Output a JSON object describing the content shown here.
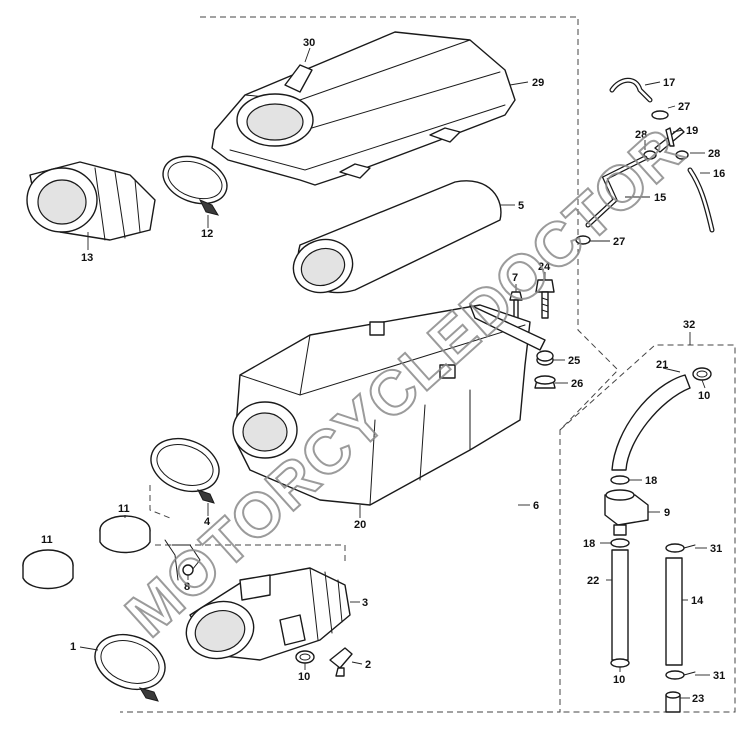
{
  "watermark": "MOTORCYCLEDOCTOR",
  "callouts": {
    "c30": "30",
    "c29": "29",
    "c13": "13",
    "c12": "12",
    "c5": "5",
    "c7": "7",
    "c24": "24",
    "c25": "25",
    "c26": "26",
    "c20": "20",
    "c4": "4",
    "c6": "6",
    "c11a": "11",
    "c11b": "11",
    "c8": "8",
    "c3": "3",
    "c1": "1",
    "c10a": "10",
    "c2": "2",
    "c17": "17",
    "c27a": "27",
    "c19": "19",
    "c28a": "28",
    "c28b": "28",
    "c16": "16",
    "c15": "15",
    "c27b": "27",
    "c32": "32",
    "c21": "21",
    "c10b": "10",
    "c18a": "18",
    "c9": "9",
    "c18b": "18",
    "c31a": "31",
    "c22": "22",
    "c14": "14",
    "c10c": "10",
    "c31b": "31",
    "c23": "23"
  }
}
